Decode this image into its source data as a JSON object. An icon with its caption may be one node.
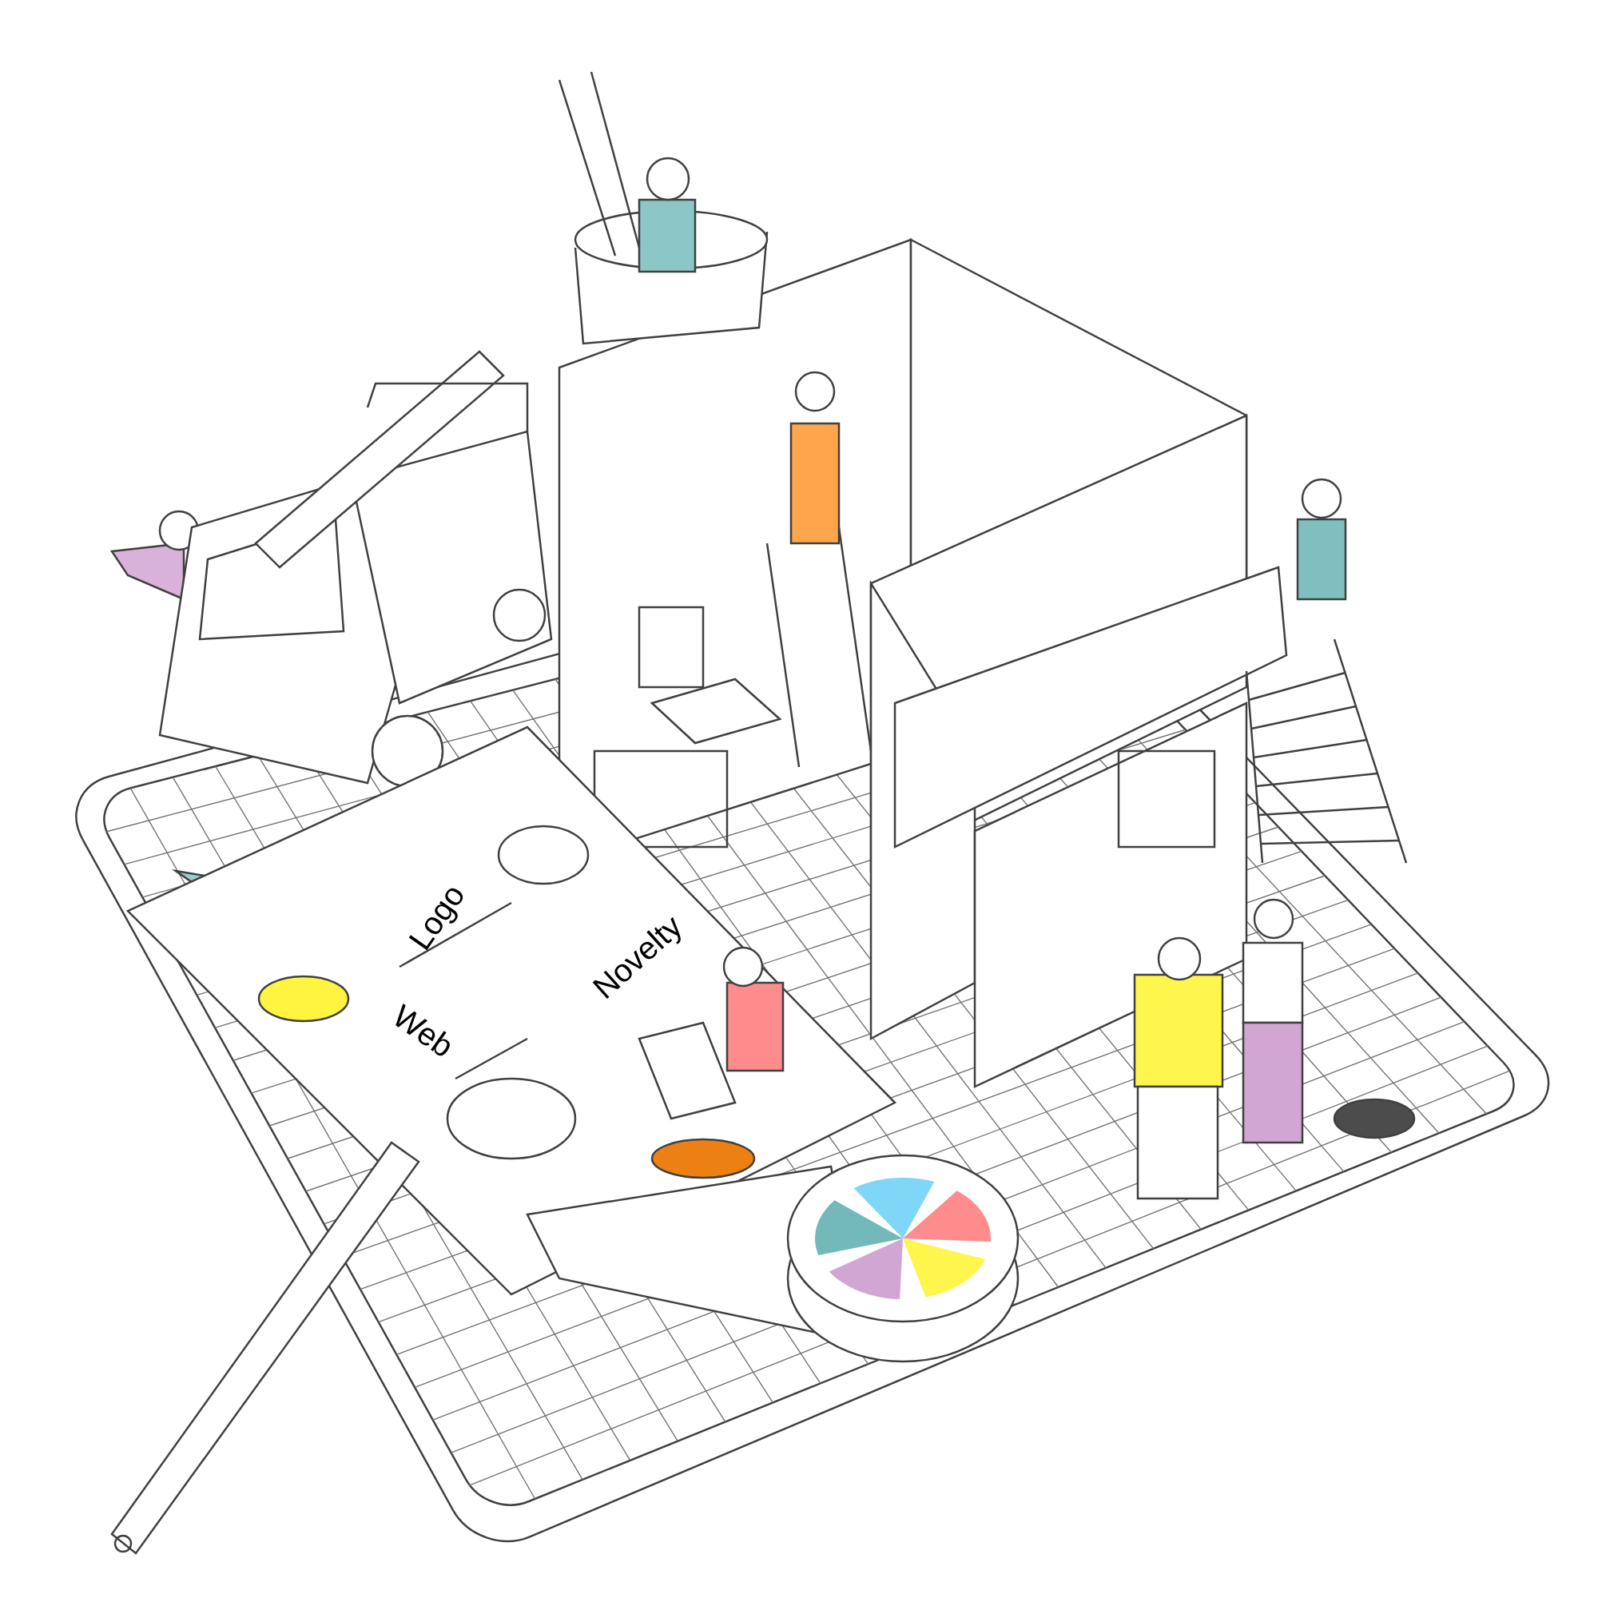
{
  "diagram": {
    "labels": [
      "Logo",
      "Novelty",
      "Web"
    ]
  }
}
